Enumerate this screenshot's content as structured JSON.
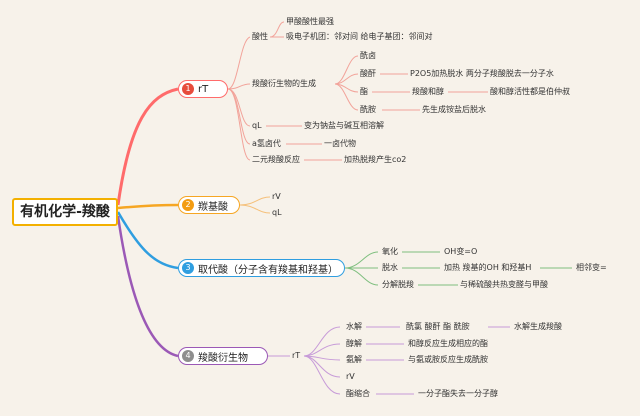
{
  "colors": {
    "branch1": "#ff6b6b",
    "branch2": "#f6a623",
    "branch3": "#2f9ee0",
    "branch4": "#9b59b6",
    "leaf1": "#f2a39a",
    "leaf2": "#f5c07a",
    "leaf3": "#7fbf7f",
    "leaf4": "#c79bd8"
  },
  "root": {
    "label": "有机化学-羧酸"
  },
  "b1": {
    "num": "1",
    "label": "rT",
    "acidity": {
      "label": "酸性",
      "c1": "甲酸酸性最强",
      "c2": "吸电子机团：邻对间 给电子基团：邻间对"
    },
    "deriv": {
      "label": "羧酸衍生物的生成",
      "acylhal": {
        "label": "酰卤"
      },
      "anhyd": {
        "label": "酸酐",
        "detail": "P2O5加热脱水 两分子羧酸脱去一分子水"
      },
      "ester": {
        "label": "酯",
        "detail1": "羧酸和醇",
        "detail2": "酸和醇活性都是伯仲叔"
      },
      "amide": {
        "label": "酰胺",
        "detail": "先生成铵盐后脱水"
      }
    },
    "ql": {
      "label": "qL",
      "detail": "变为钠盐与碱互相溶解"
    },
    "ahalo": {
      "label": "a氢卤代",
      "detail": "一卤代物"
    },
    "dibasic": {
      "label": "二元羧酸反应",
      "detail": "加热脱羧产生co2"
    }
  },
  "b2": {
    "num": "2",
    "label": "羰基酸",
    "c1": "rV",
    "c2": "qL"
  },
  "b3": {
    "num": "3",
    "label": "取代酸（分子含有羧基和羟基）",
    "ox": {
      "label": "氧化",
      "detail": "OH变=O"
    },
    "dehyd": {
      "label": "脱水",
      "detail1": "加热 羧基的OH 和羟基H",
      "detail2": "相邻变="
    },
    "decarb": {
      "label": "分解脱羧",
      "detail": "与稀硫酸共热变醛与甲酸"
    }
  },
  "b4": {
    "num": "4",
    "label": "羧酸衍生物",
    "hub": "rT",
    "hydro": {
      "label": "水解",
      "detail1": "酰氯 酸酐 酯 酰胺",
      "detail2": "水解生成羧酸"
    },
    "alco": {
      "label": "醇解",
      "detail": "和醇反应生成相应的酯"
    },
    "ammo": {
      "label": "氨解",
      "detail": "与氨或胺反应生成酰胺"
    },
    "rv": {
      "label": "rV"
    },
    "esterc": {
      "label": "酯缩合",
      "detail": "一分子酯失去一分子醇"
    }
  }
}
